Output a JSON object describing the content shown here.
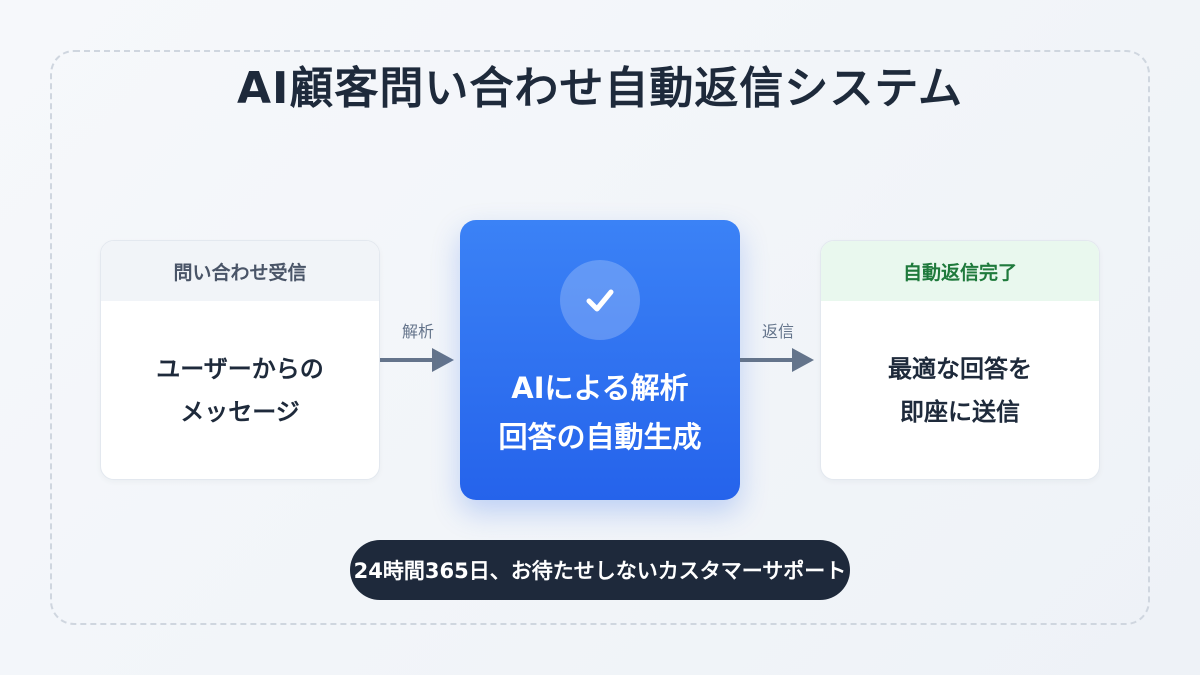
{
  "title": "AI顧客問い合わせ自動返信システム",
  "steps": {
    "receive": {
      "header": "問い合わせ受信",
      "line1": "ユーザーからの",
      "line2": "メッセージ"
    },
    "process": {
      "icon": "check-icon",
      "line1": "AIによる解析",
      "line2": "回答の自動生成"
    },
    "complete": {
      "header": "自動返信完了",
      "line1": "最適な回答を",
      "line2": "即座に送信"
    }
  },
  "arrows": {
    "first_label": "解析",
    "second_label": "返信"
  },
  "footer": "24時間365日、お待たせしないカスタマーサポート",
  "colors": {
    "accent_blue": "#2563eb",
    "success_green": "#1f7a3c",
    "dark": "#1e293b"
  }
}
